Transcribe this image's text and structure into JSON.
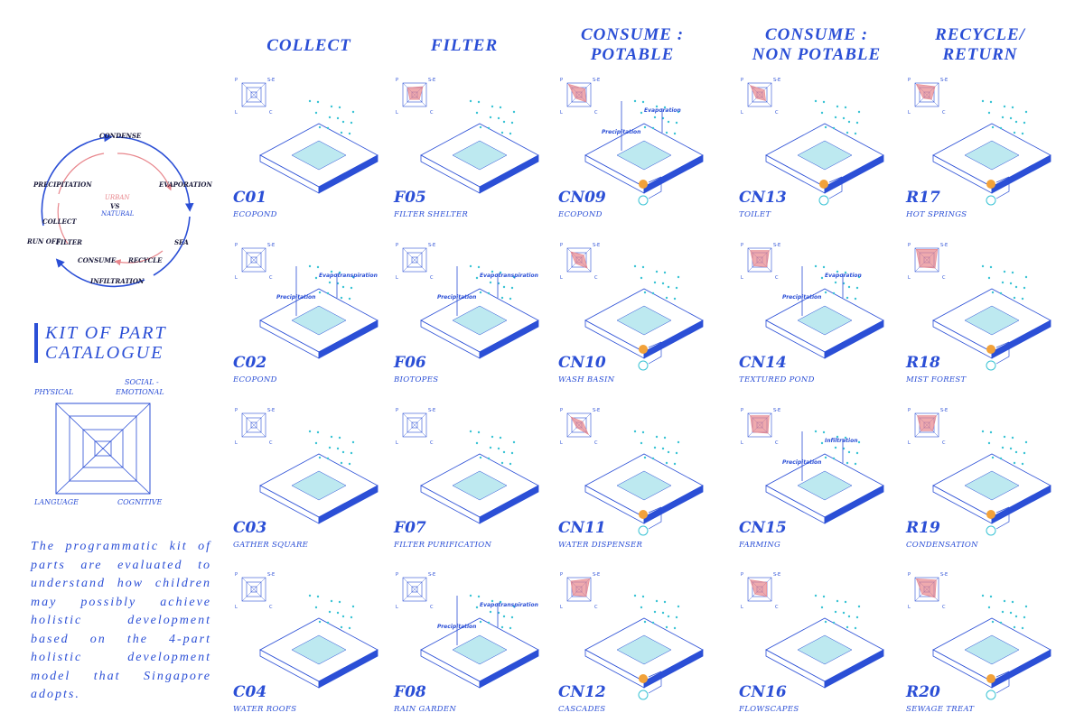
{
  "columns": [
    {
      "title_line1": "COLLECT",
      "title_line2": ""
    },
    {
      "title_line1": "FILTER",
      "title_line2": ""
    },
    {
      "title_line1": "CONSUME :",
      "title_line2": "POTABLE"
    },
    {
      "title_line1": "CONSUME :",
      "title_line2": "NON POTABLE"
    },
    {
      "title_line1": "RECYCLE/",
      "title_line2": "RETURN"
    }
  ],
  "cycle": {
    "condense": "CONDENSE",
    "precipitation": "PRECIPITATION",
    "evaporation": "EVAPORATION",
    "urban": "URBAN",
    "vs": "VS",
    "natural": "NATURAL",
    "collect": "COLLECT",
    "run_off": "RUN OFF",
    "filter": "FILTER",
    "consume": "CONSUME",
    "recycle": "RECYCLE",
    "sea": "SEA",
    "infiltration": "INFILTRATION",
    "colors": {
      "natural": "#2b4fd6",
      "urban": "#e8868c"
    }
  },
  "kit": {
    "title_line1": "KIT OF PART",
    "title_line2": "CATALOGUE",
    "physical": "PHYSICAL",
    "social": "SOCIAL -",
    "emotional": "EMOTIONAL",
    "language": "LANGUAGE",
    "cognitive": "COGNITIVE"
  },
  "description": "The programmatic kit of parts are evaluated to understand how children may possibly achieve holistic development based on the 4-part holistic development model that Singapore adopts.",
  "mini_labels": {
    "p": "P",
    "se": "S-E",
    "l": "L",
    "c": "C"
  },
  "cards": [
    {
      "code": "C01",
      "name": "ECOPOND",
      "icon": "ecopond-pool",
      "radar": [
        0,
        0,
        0,
        0
      ]
    },
    {
      "code": "F05",
      "name": "FILTER SHELTER",
      "icon": "filter-shelter",
      "radar": [
        0.6,
        0.7,
        0.4,
        0.4
      ]
    },
    {
      "code": "CN09",
      "name": "ECOPOND",
      "icon": "ecopond-evaporation",
      "radar": [
        0.9,
        0.5,
        0.3,
        0.6
      ],
      "annotations": [
        "Evaporation",
        "Precipitation"
      ],
      "badges": true
    },
    {
      "code": "CN13",
      "name": "TOILET",
      "icon": "toilet",
      "radar": [
        0.8,
        0.4,
        0.3,
        0.5
      ],
      "badges": true
    },
    {
      "code": "R17",
      "name": "HOT SPRINGS",
      "icon": "hot-springs",
      "radar": [
        0.9,
        0.7,
        0.3,
        0.4
      ],
      "badges": true
    },
    {
      "code": "C02",
      "name": "ECOPOND",
      "icon": "ecopond-evapotranspiration",
      "radar": [
        0,
        0,
        0,
        0
      ],
      "annotations": [
        "Evapotranspiration",
        "Precipitation"
      ]
    },
    {
      "code": "F06",
      "name": "BIOTOPES",
      "icon": "biotopes",
      "radar": [
        0,
        0,
        0,
        0
      ],
      "annotations": [
        "Evapotranspiration",
        "Precipitation"
      ]
    },
    {
      "code": "CN10",
      "name": "WASH BASIN",
      "icon": "wash-basin",
      "radar": [
        0.7,
        0.4,
        0.3,
        0.7
      ],
      "badges": true
    },
    {
      "code": "CN14",
      "name": "TEXTURED POND",
      "icon": "textured-pond",
      "radar": [
        0.8,
        0.8,
        0.5,
        0.6
      ],
      "annotations": [
        "Evaporation",
        "Precipitation"
      ]
    },
    {
      "code": "R18",
      "name": "MIST FOREST",
      "icon": "mist-forest",
      "radar": [
        0.9,
        0.9,
        0.6,
        0.7
      ],
      "badges": true
    },
    {
      "code": "C03",
      "name": "GATHER SQUARE",
      "icon": "gather-square",
      "radar": [
        0,
        0,
        0,
        0
      ]
    },
    {
      "code": "F07",
      "name": "FILTER PURIFICATION",
      "icon": "filter-purification",
      "radar": [
        0,
        0,
        0,
        0
      ]
    },
    {
      "code": "CN11",
      "name": "WATER DISPENSER",
      "icon": "water-dispenser",
      "radar": [
        0.7,
        0.3,
        0.2,
        0.8
      ],
      "badges": true
    },
    {
      "code": "CN15",
      "name": "FARMING",
      "icon": "farming",
      "radar": [
        0.8,
        0.8,
        0.6,
        0.7
      ],
      "annotations": [
        "Infiltration",
        "Precipitation"
      ]
    },
    {
      "code": "R19",
      "name": "CONDENSATION",
      "icon": "condensation",
      "radar": [
        0.8,
        0.8,
        0.5,
        0.5
      ],
      "badges": true
    },
    {
      "code": "C04",
      "name": "WATER ROOFS",
      "icon": "water-roofs",
      "radar": [
        0,
        0,
        0,
        0
      ]
    },
    {
      "code": "F08",
      "name": "RAIN GARDEN",
      "icon": "rain-garden",
      "radar": [
        0,
        0,
        0,
        0
      ],
      "annotations": [
        "Evapotranspiration",
        "Precipitation"
      ]
    },
    {
      "code": "CN12",
      "name": "CASCADES",
      "icon": "cascades",
      "radar": [
        0.7,
        0.9,
        0.5,
        0.6
      ],
      "badges": true
    },
    {
      "code": "CN16",
      "name": "FLOWSCAPES",
      "icon": "flowscapes",
      "radar": [
        0.8,
        0.6,
        0.4,
        0.6
      ]
    },
    {
      "code": "R20",
      "name": "SEWAGE TREAT",
      "icon": "sewage-treat",
      "radar": [
        0.9,
        0.8,
        0.4,
        0.7
      ],
      "badges": true
    }
  ]
}
